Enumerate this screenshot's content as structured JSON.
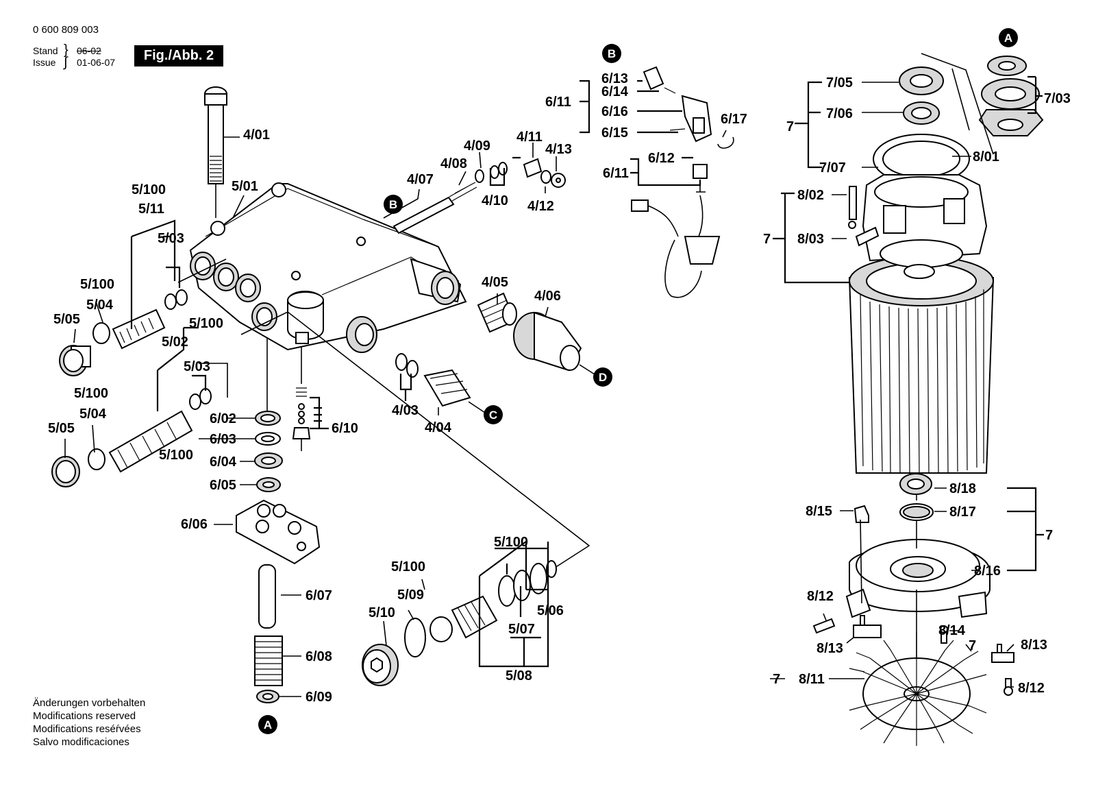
{
  "header": {
    "part_number": "0 600 809 003",
    "stand_label": "Stand",
    "issue_label": "Issue",
    "stand_date": "06-02",
    "issue_date": "01-06-07",
    "figure_label": "Fig./Abb. 2"
  },
  "footer": {
    "lines": [
      "Änderungen vorbehalten",
      "Modifications reserved",
      "Modifications reséŕvées",
      "Salvo modificaciones"
    ]
  },
  "connectors": {
    "A": "A",
    "B": "B",
    "C": "C",
    "D": "D"
  },
  "labels": {
    "l_4_01": "4/01",
    "l_4_03": "4/03",
    "l_4_04": "4/04",
    "l_4_05": "4/05",
    "l_4_06": "4/06",
    "l_4_07": "4/07",
    "l_4_08": "4/08",
    "l_4_09": "4/09",
    "l_4_10": "4/10",
    "l_4_11": "4/11",
    "l_4_12": "4/12",
    "l_4_13": "4/13",
    "l_5_01": "5/01",
    "l_5_02": "5/02",
    "l_5_03": "5/03",
    "l_5_04": "5/04",
    "l_5_05": "5/05",
    "l_5_06": "5/06",
    "l_5_07": "5/07",
    "l_5_08": "5/08",
    "l_5_09": "5/09",
    "l_5_10": "5/10",
    "l_5_11": "5/11",
    "l_5_100": "5/100",
    "l_6_02": "6/02",
    "l_6_03": "6/03",
    "l_6_04": "6/04",
    "l_6_05": "6/05",
    "l_6_06": "6/06",
    "l_6_07": "6/07",
    "l_6_08": "6/08",
    "l_6_09": "6/09",
    "l_6_10": "6/10",
    "l_6_11": "6/11",
    "l_6_12": "6/12",
    "l_6_13": "6/13",
    "l_6_14": "6/14",
    "l_6_15": "6/15",
    "l_6_16": "6/16",
    "l_6_17": "6/17",
    "l_7": "7",
    "l_7_03": "7/03",
    "l_7_05": "7/05",
    "l_7_06": "7/06",
    "l_7_07": "7/07",
    "l_8_01": "8/01",
    "l_8_02": "8/02",
    "l_8_03": "8/03",
    "l_8_11": "8/11",
    "l_8_12": "8/12",
    "l_8_13": "8/13",
    "l_8_14": "8/14",
    "l_8_15": "8/15",
    "l_8_16": "8/16",
    "l_8_17": "8/17",
    "l_8_18": "8/18"
  }
}
